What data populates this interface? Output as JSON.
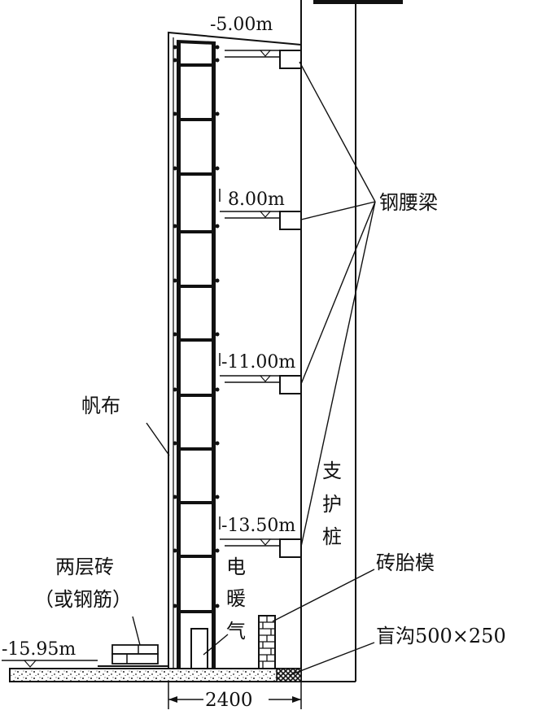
{
  "levels": {
    "l1": "-5.00m",
    "l2": "8.00m",
    "l3": "-11.00m",
    "l4": "-13.50m",
    "bottom": "-15.95m"
  },
  "labels": {
    "steel_waist_beam": "钢腰梁",
    "canvas": "帆布",
    "support_pile": [
      "支",
      "护",
      "桩"
    ],
    "electric_heater": [
      "电",
      "暖",
      "气"
    ],
    "brick_mold": "砖胎模",
    "double_brick": "两层砖",
    "or_rebar": "（或钢筋）",
    "blind_ditch": "盲沟500×250"
  },
  "dimension": {
    "width": "2400"
  }
}
